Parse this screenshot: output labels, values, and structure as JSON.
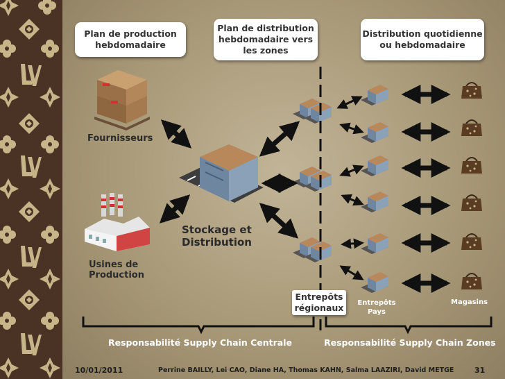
{
  "header_boxes": {
    "production": "Plan de production hebdomadaire",
    "distribution": "Plan de distribution hebdomadaire vers les zones",
    "daily": "Distribution quotidienne ou hebdomadaire"
  },
  "labels": {
    "suppliers": "Fournisseurs",
    "factories": "Usines de Production",
    "storage": "Stockage et Distribution",
    "regional": "Entrepôts régionaux",
    "country": "Entrepôts Pays",
    "stores": "Magasins"
  },
  "responsibility": {
    "central": "Responsabilité Supply Chain Centrale",
    "zones": "Responsabilité Supply Chain Zones"
  },
  "footer": {
    "date": "10/01/2011",
    "authors": "Perrine BAILLY, Lei CAO, Diane HA, Thomas KAHN, Salma LAAZIRI, David METGE",
    "page": "31"
  },
  "colors": {
    "sidebar": "#4a3324",
    "monogram": "#c7b58a",
    "background": "#a89978",
    "box": "#ffffff"
  }
}
